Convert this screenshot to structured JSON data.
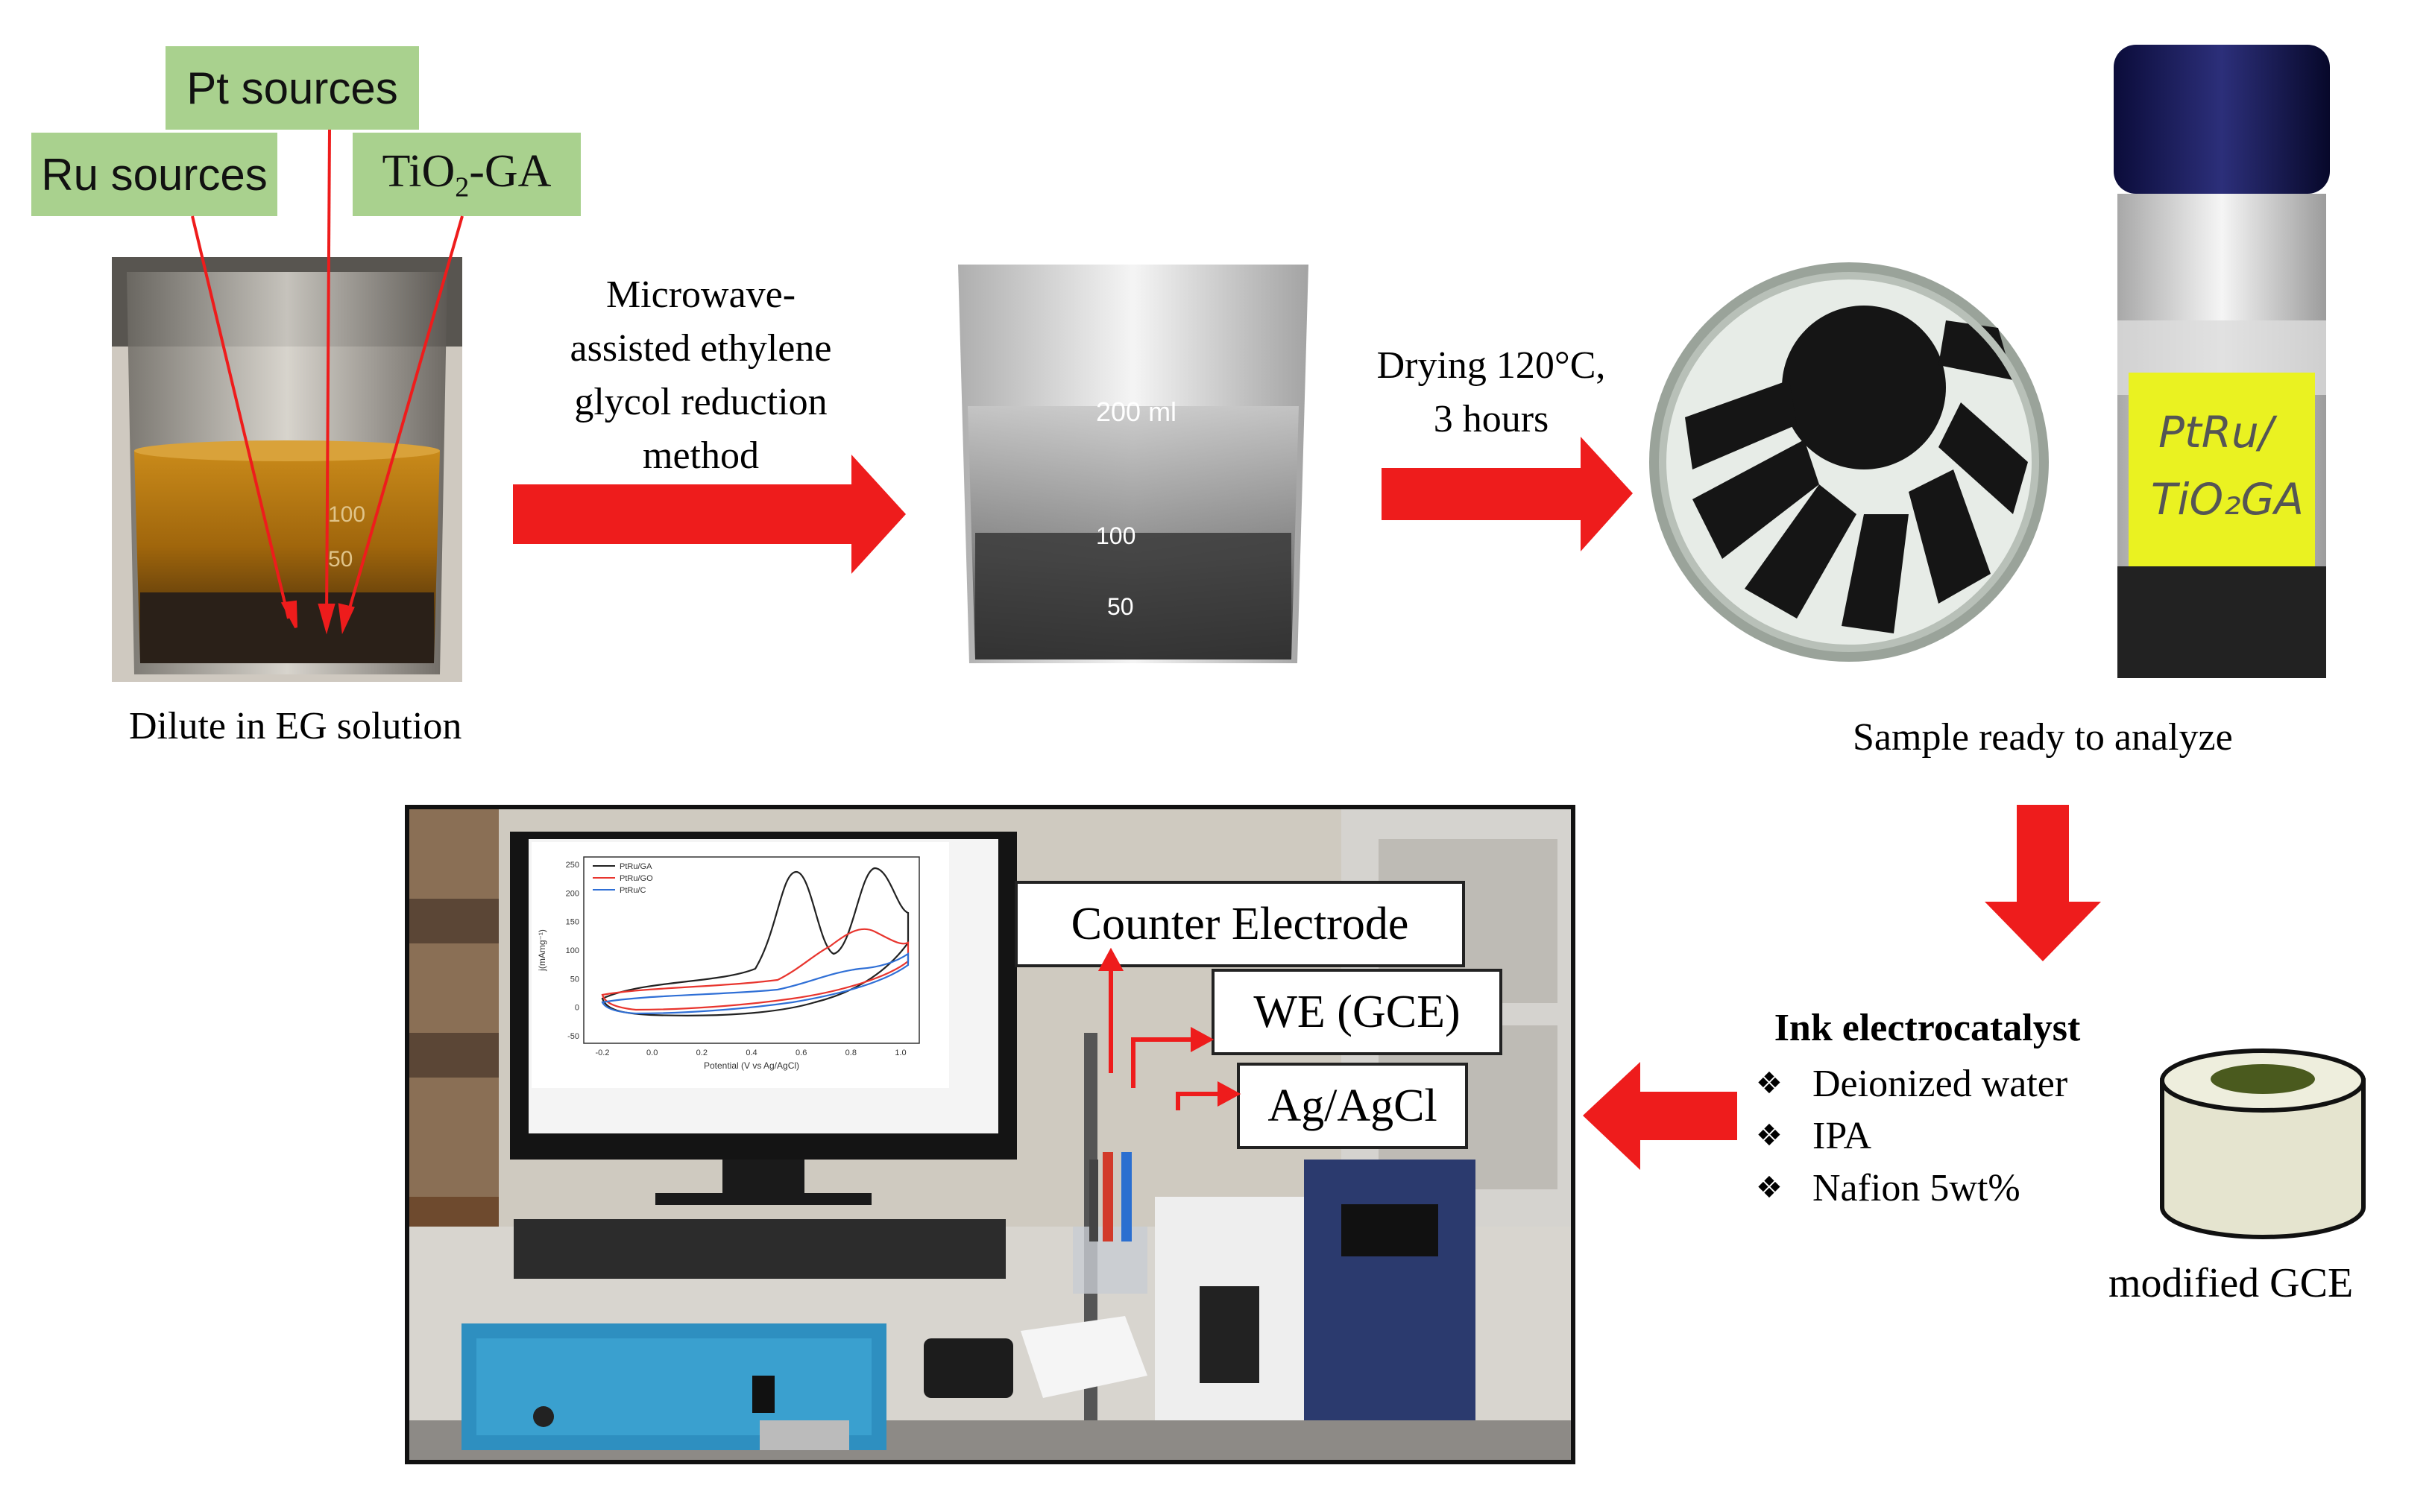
{
  "labels": {
    "ru_sources": "Ru sources",
    "pt_sources": "Pt sources",
    "tio2_prefix": "TiO",
    "tio2_sub": "2",
    "tio2_suffix": "-GA"
  },
  "captions": {
    "dilute": "Dilute in EG solution",
    "sample_ready": "Sample ready to analyze",
    "modified_gce": "modified GCE"
  },
  "steps": {
    "microwave": [
      "Microwave-",
      "assisted ethylene",
      "glycol reduction",
      "method"
    ],
    "drying": [
      "Drying 120°C,",
      "3 hours"
    ]
  },
  "beaker": {
    "mark_200": "200 ml",
    "mark_100": "100",
    "mark_50": "50",
    "mark_left_100": "100",
    "mark_left_50": "50"
  },
  "vial_label": [
    "PtRu/",
    "TiO₂GA"
  ],
  "ink": {
    "title": "Ink electrocatalyst",
    "items": [
      "Deionized water",
      "IPA",
      "Nafion 5wt%"
    ]
  },
  "electrodes": {
    "counter": "Counter Electrode",
    "we": "WE (GCE)",
    "ref": "Ag/AgCl"
  },
  "screen_chart": {
    "legend": [
      "PtRu/GA",
      "PtRu/GO",
      "PtRu/C"
    ],
    "xlabel": "Potential (V vs Ag/AgCl)",
    "ylabel": "j(mAmg⁻¹)",
    "yticks": [
      "250",
      "200",
      "150",
      "100",
      "50",
      "0",
      "-50"
    ],
    "xticks": [
      "-0.2",
      "0.0",
      "0.2",
      "0.4",
      "0.6",
      "0.8",
      "1.0"
    ]
  },
  "colors": {
    "arrow_red": "#ee1c1c",
    "label_green": "#a9d18e",
    "series": [
      "#222222",
      "#e8352e",
      "#2f6fd6"
    ]
  }
}
